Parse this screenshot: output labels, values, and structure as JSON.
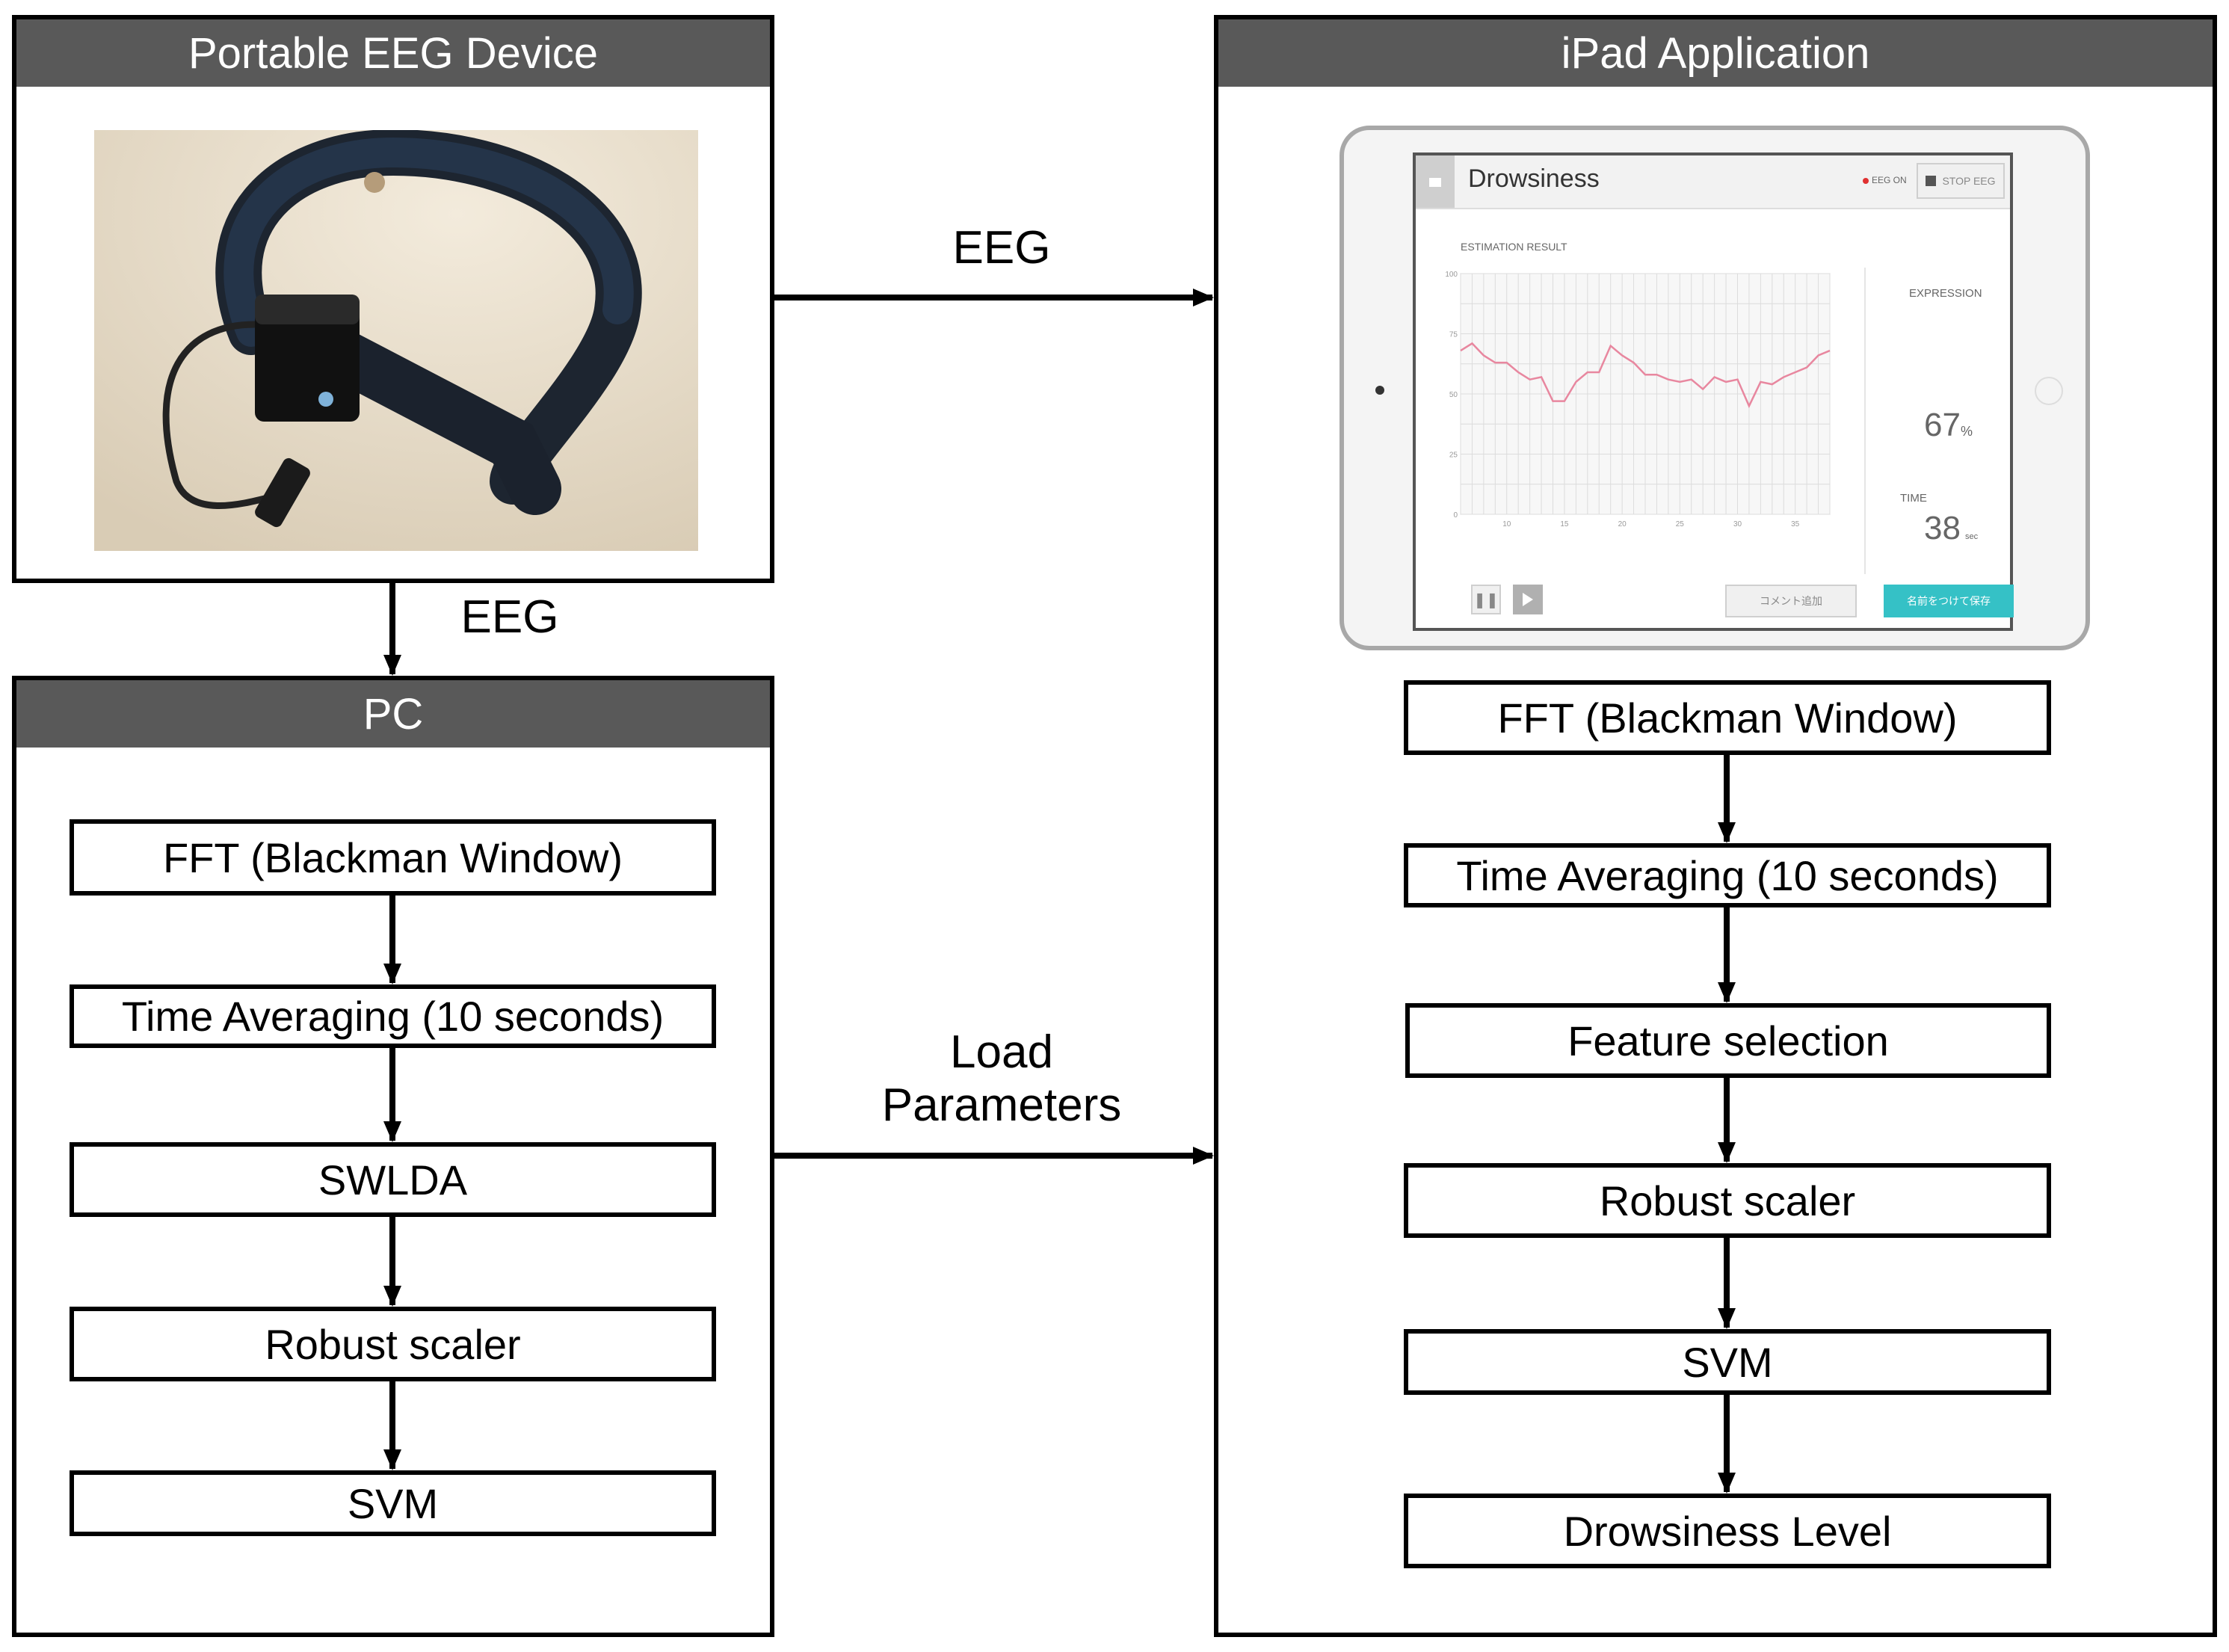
{
  "panels": {
    "eeg_device": {
      "title": "Portable EEG Device"
    },
    "pc": {
      "title": "PC"
    },
    "ipad": {
      "title": "iPad Application"
    }
  },
  "connectors": {
    "eeg_to_ipad": "EEG",
    "eeg_to_pc": "EEG",
    "load_parameters": [
      "Load",
      "Parameters"
    ]
  },
  "pc_steps": [
    "FFT (Blackman Window)",
    "Time Averaging (10 seconds)",
    "SWLDA",
    "Robust scaler",
    "SVM"
  ],
  "ipad_steps": [
    "FFT (Blackman Window)",
    "Time Averaging (10 seconds)",
    "Feature selection",
    "Robust scaler",
    "SVM",
    "Drowsiness Level"
  ],
  "ipad_screen": {
    "title": "Drowsiness",
    "status": "EEG ON",
    "stop_button": "STOP EEG",
    "section_label": "ESTIMATION RESULT",
    "expression_label": "EXPRESSION",
    "expression_value": "67",
    "expression_unit": "%",
    "time_label": "TIME",
    "time_value": "38",
    "time_unit": "sec",
    "comment_button": "コメント追加",
    "save_button": "名前をつけて保存",
    "y_ticks": [
      "100",
      "75",
      "50",
      "25",
      "0"
    ],
    "x_ticks": [
      "10",
      "15",
      "20",
      "25",
      "30",
      "35"
    ],
    "line_color": "#e8879f",
    "accent_color": "#35c1c6"
  },
  "chart_data": {
    "type": "line",
    "x": [
      6,
      7,
      8,
      9,
      10,
      11,
      12,
      13,
      14,
      15,
      16,
      17,
      18,
      19,
      20,
      21,
      22,
      23,
      24,
      25,
      26,
      27,
      28,
      29,
      30,
      31,
      32,
      33,
      34,
      35,
      36,
      37,
      38
    ],
    "values": [
      68,
      71,
      66,
      63,
      63,
      59,
      56,
      57,
      47,
      47,
      55,
      59,
      59,
      70,
      66,
      63,
      58,
      58,
      56,
      55,
      56,
      52,
      57,
      55,
      56,
      45,
      55,
      54,
      57,
      59,
      61,
      66,
      68
    ],
    "ylim": [
      0,
      100
    ],
    "xlim": [
      6,
      38
    ]
  }
}
